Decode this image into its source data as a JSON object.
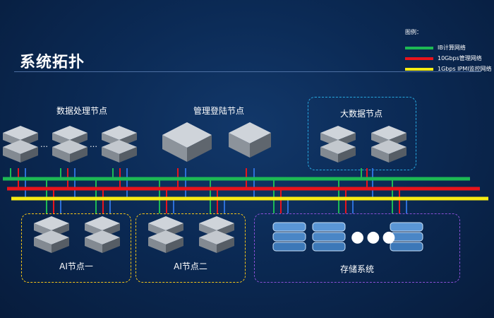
{
  "slide": {
    "title": "系统拓扑"
  },
  "legend": {
    "heading": "图例：",
    "items": [
      {
        "label": "IB计算网络",
        "color": "#1db954"
      },
      {
        "label": "10Gbps管理网络",
        "color": "#e8141c"
      },
      {
        "label": "1Gbps IPMI监控网络",
        "color": "#f7ec13"
      }
    ]
  },
  "groups": {
    "data_processing": "数据处理节点",
    "management_login": "管理登陆节点",
    "big_data": "大数据节点",
    "ai_node_1": "AI节点一",
    "ai_node_2": "AI节点二",
    "storage": "存储系统"
  },
  "ellipsis": {
    "small": "…",
    "large": "●●●"
  },
  "network_colors": {
    "ib": "#1db954",
    "mgmt": "#e8141c",
    "ipmi": "#f7ec13",
    "blue_drop": "#2d6fd8"
  }
}
